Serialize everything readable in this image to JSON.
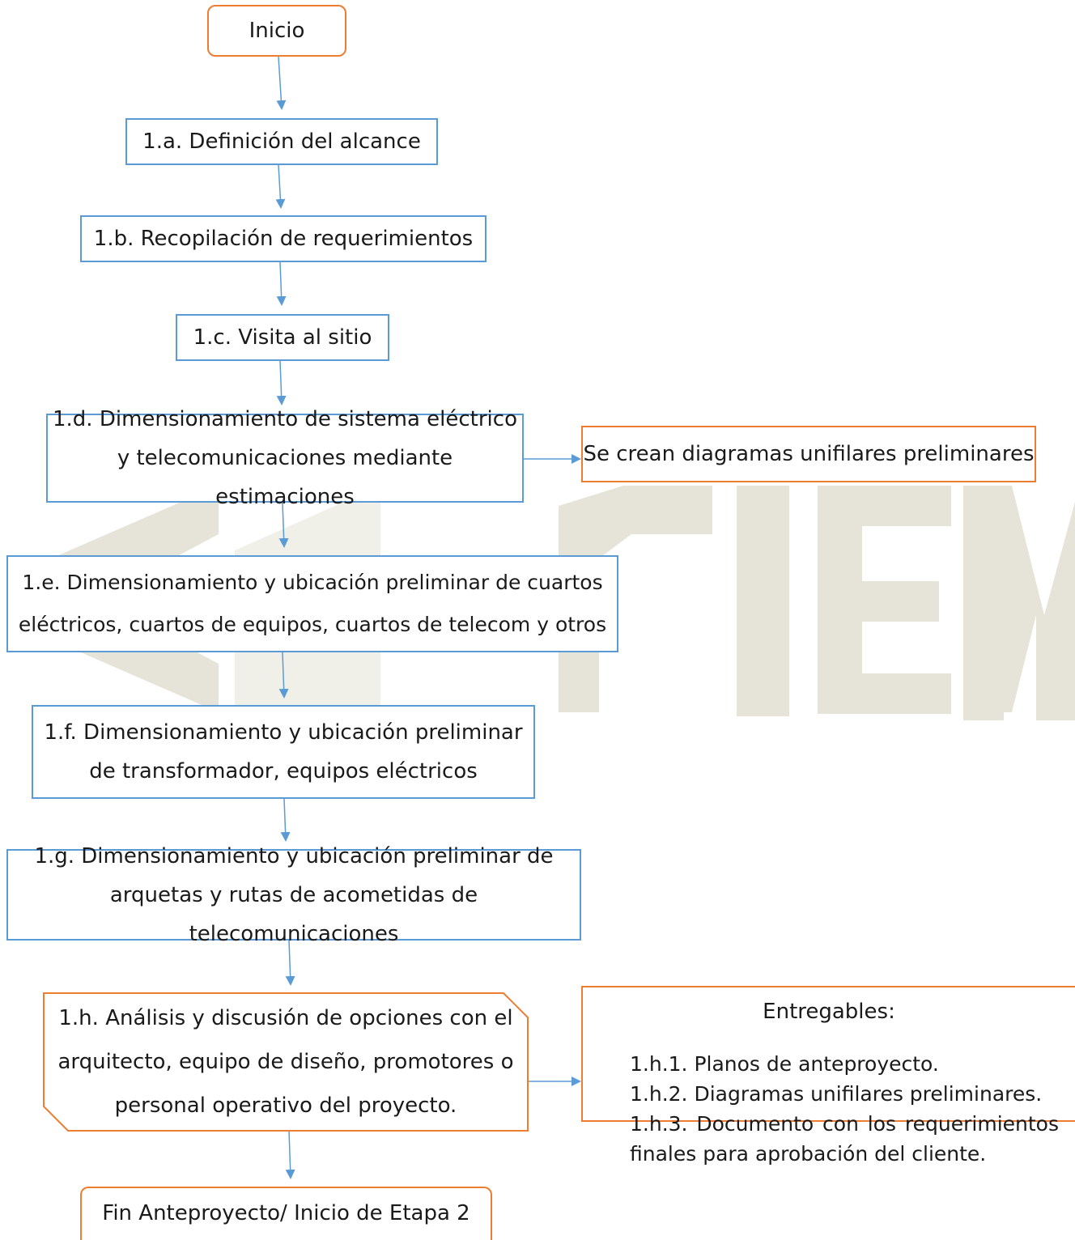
{
  "colors": {
    "process_border": "#5b9bd5",
    "terminal_border": "#ed7d31",
    "arrow": "#5b9bd5",
    "watermark": "#e6e4d8"
  },
  "watermark": {
    "text": "CIEM"
  },
  "nodes": {
    "start": {
      "label": "Inicio"
    },
    "step_1a": {
      "label": "1.a. Definición del alcance"
    },
    "step_1b": {
      "label": "1.b. Recopilación de requerimientos"
    },
    "step_1c": {
      "label": "1.c. Visita al sitio"
    },
    "step_1d": {
      "lines": [
        "1.d. Dimensionamiento de sistema eléctrico",
        "y telecomunicaciones mediante estimaciones"
      ]
    },
    "side_1d": {
      "label": "Se crean diagramas unifilares preliminares"
    },
    "step_1e": {
      "lines": [
        "1.e. Dimensionamiento y ubicación preliminar de cuartos",
        "eléctricos, cuartos de equipos, cuartos de telecom y otros"
      ]
    },
    "step_1f": {
      "lines": [
        "1.f. Dimensionamiento y ubicación preliminar",
        "de transformador, equipos eléctricos"
      ]
    },
    "step_1g": {
      "lines": [
        "1.g. Dimensionamiento y ubicación preliminar de",
        "arquetas y rutas de acometidas de telecomunicaciones"
      ]
    },
    "step_1h": {
      "lines": [
        "1.h. Análisis y discusión de opciones con el",
        "arquitecto, equipo de diseño, promotores o",
        "personal operativo del proyecto."
      ]
    },
    "deliverables": {
      "title": "Entregables:",
      "items": [
        "1.h.1. Planos de anteproyecto.",
        "1.h.2. Diagramas unifilares preliminares.",
        "1.h.3. Documento con los requerimientos",
        "finales para aprobación del cliente."
      ]
    },
    "end": {
      "label": "Fin Anteproyecto/ Inicio de Etapa 2"
    }
  }
}
